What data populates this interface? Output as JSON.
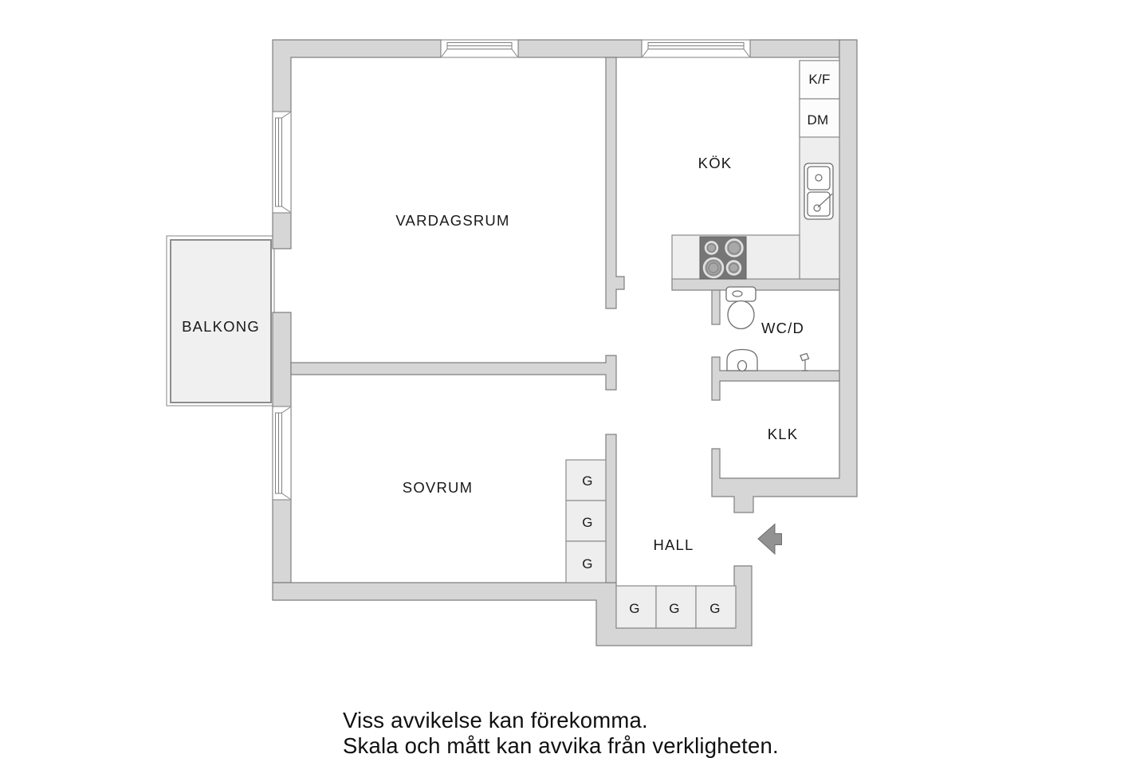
{
  "colors": {
    "wall": "#d6d6d6",
    "wallLine": "#7f7f7f",
    "fixture": "#eeeeee",
    "fixtureLine": "#8b8b8b",
    "appliance": "#fcfcfc",
    "stove": "#767676",
    "balcony": "#f0f0f0",
    "arrow": "#929292",
    "text": "#191919"
  },
  "rooms": {
    "vardagsrum": {
      "label": "VARDAGSRUM"
    },
    "kok": {
      "label": "KÖK"
    },
    "balkong": {
      "label": "BALKONG"
    },
    "sovrum": {
      "label": "SOVRUM"
    },
    "wcd": {
      "label": "WC/D"
    },
    "klk": {
      "label": "KLK"
    },
    "hall": {
      "label": "HALL"
    }
  },
  "appliances": {
    "fridge_freezer": "K/F",
    "dishwasher": "DM"
  },
  "wardrobes": {
    "sovrum": [
      "G",
      "G",
      "G"
    ],
    "hall": [
      "G",
      "G",
      "G"
    ]
  },
  "icons": {
    "entry_arrow": "left-arrow",
    "windows": "double-line-window-symbol",
    "stove": "4-burner-cooktop",
    "kitchen_sink": "double-basin-sink",
    "toilet": "toilet",
    "washbasin": "half-round-basin",
    "tap": "small-tap-symbol"
  },
  "disclaimer": {
    "line1": "Viss avvikelse kan förekomma.",
    "line2": "Skala och mått kan avvika från verkligheten."
  }
}
